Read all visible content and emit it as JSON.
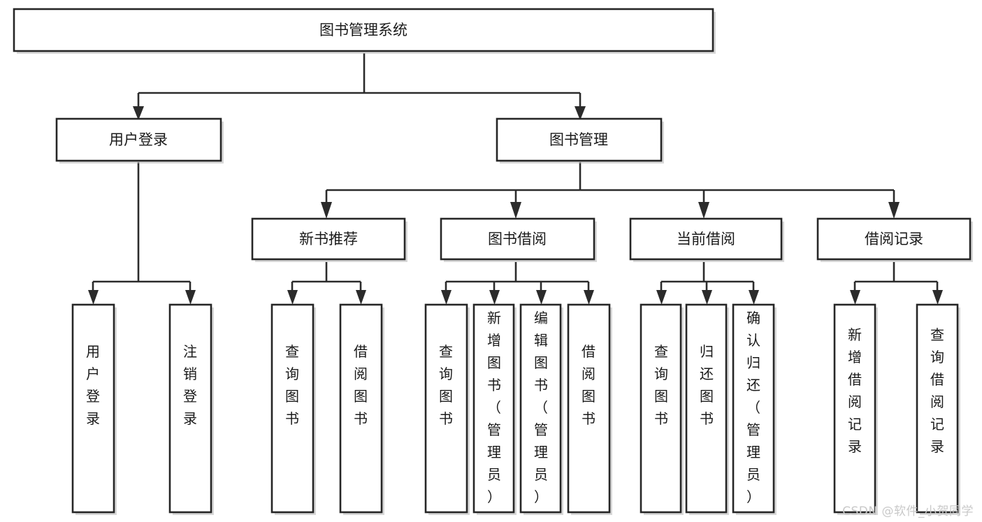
{
  "diagram": {
    "type": "tree",
    "title": "图书管理系统",
    "watermark": "CSDN @软件_小贺同学",
    "colors": {
      "background": "#ffffff",
      "stroke": "#262626",
      "text": "#1a1a1a",
      "watermark": "#c9c9c9"
    },
    "levels": {
      "root": {
        "label": "图书管理系统"
      },
      "level2": [
        {
          "id": "user-login",
          "label": "用户登录"
        },
        {
          "id": "book-management",
          "label": "图书管理"
        }
      ],
      "level3": [
        {
          "id": "new-book-recommend",
          "label": "新书推荐",
          "parent": "book-management"
        },
        {
          "id": "book-borrow",
          "label": "图书借阅",
          "parent": "book-management"
        },
        {
          "id": "current-borrow",
          "label": "当前借阅",
          "parent": "book-management"
        },
        {
          "id": "borrow-record",
          "label": "借阅记录",
          "parent": "book-management"
        }
      ],
      "leaves": [
        {
          "id": "leaf-user-login",
          "label": "用户登录",
          "parent": "user-login"
        },
        {
          "id": "leaf-logout-login",
          "label": "注销登录",
          "parent": "user-login"
        },
        {
          "id": "leaf-query-book-1",
          "label": "查询图书",
          "parent": "new-book-recommend"
        },
        {
          "id": "leaf-borrow-book-1",
          "label": "借阅图书",
          "parent": "new-book-recommend"
        },
        {
          "id": "leaf-query-book-2",
          "label": "查询图书",
          "parent": "book-borrow"
        },
        {
          "id": "leaf-add-book",
          "label": "新增图书（管理员）",
          "parent": "book-borrow"
        },
        {
          "id": "leaf-edit-book",
          "label": "编辑图书（管理员）",
          "parent": "book-borrow"
        },
        {
          "id": "leaf-borrow-book-2",
          "label": "借阅图书",
          "parent": "book-borrow"
        },
        {
          "id": "leaf-query-book-3",
          "label": "查询图书",
          "parent": "current-borrow"
        },
        {
          "id": "leaf-return-book",
          "label": "归还图书",
          "parent": "current-borrow"
        },
        {
          "id": "leaf-confirm-return",
          "label": "确认归还（管理员）",
          "parent": "current-borrow"
        },
        {
          "id": "leaf-add-record",
          "label": "新增借阅记录",
          "parent": "borrow-record"
        },
        {
          "id": "leaf-query-record",
          "label": "查询借阅记录",
          "parent": "borrow-record"
        }
      ]
    }
  }
}
